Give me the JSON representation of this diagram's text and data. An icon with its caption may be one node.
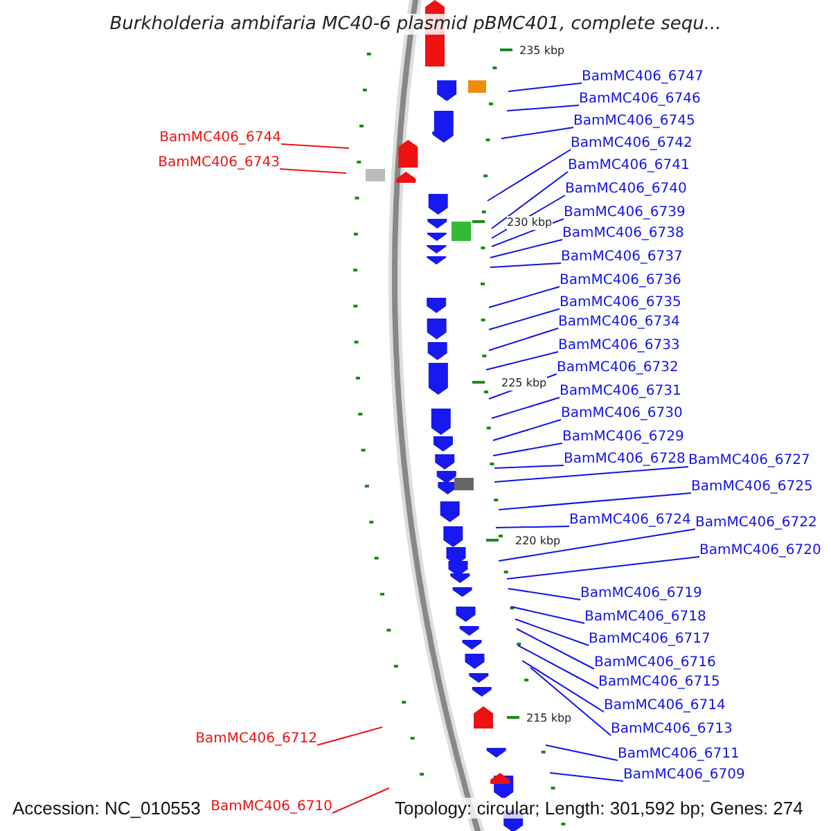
{
  "diagram": {
    "title": "Burkholderia ambifaria MC40-6 plasmid pBMC401, complete sequ...",
    "nodes": [
      {
        "text": [
          "BamMC406_6747"
        ]
      },
      {
        "text": [
          "BamMC406_6746"
        ]
      },
      {
        "text": [
          "BamMC406_6745"
        ]
      },
      {
        "text": [
          "BamMC406_6744"
        ]
      },
      {
        "text": [
          "BamMC406_6742"
        ]
      },
      {
        "text": [
          "BamMC406_6743"
        ]
      },
      {
        "text": [
          "BamMC406_6741"
        ]
      },
      {
        "text": [
          "BamMC406_6740"
        ]
      },
      {
        "text": [
          "BamMC406_6739"
        ]
      },
      {
        "text": [
          "BamMC406_6738"
        ]
      },
      {
        "text": [
          "BamMC406_6737"
        ]
      },
      {
        "text": [
          "BamMC406_6736"
        ]
      },
      {
        "text": [
          "BamMC406_6735"
        ]
      },
      {
        "text": [
          "BamMC406_6734"
        ]
      },
      {
        "text": [
          "BamMC406_6733"
        ]
      },
      {
        "text": [
          "BamMC406_6732"
        ]
      },
      {
        "text": [
          "BamMC406_6731"
        ]
      },
      {
        "text": [
          "BamMC406_6730"
        ]
      },
      {
        "text": [
          "BamMC406_6729"
        ]
      },
      {
        "text": [
          "BamMC406_6728"
        ]
      },
      {
        "text": [
          "BamMC406_6727"
        ]
      },
      {
        "text": [
          "BamMC406_6725"
        ]
      },
      {
        "text": [
          "BamMC406_6724"
        ]
      },
      {
        "text": [
          "BamMC406_6722"
        ]
      },
      {
        "text": [
          "BamMC406_6720"
        ]
      },
      {
        "text": [
          "BamMC406_6719"
        ]
      },
      {
        "text": [
          "BamMC406_6718"
        ]
      },
      {
        "text": [
          "BamMC406_6717"
        ]
      },
      {
        "text": [
          "BamMC406_6716"
        ]
      },
      {
        "text": [
          "BamMC406_6715"
        ]
      },
      {
        "text": [
          "BamMC406_6714"
        ]
      },
      {
        "text": [
          "BamMC406_6713"
        ]
      },
      {
        "text": [
          "BamMC406_6711"
        ]
      },
      {
        "text": [
          "BamMC406_6712"
        ]
      },
      {
        "text": [
          "BamMC406_6709"
        ]
      },
      {
        "text": [
          "BamMC406_6710"
        ]
      }
    ],
    "edges": [
      {
        "from": 0,
        "to": null,
        "arrow": "none"
      },
      {
        "from": 1,
        "to": null,
        "arrow": "none"
      },
      {
        "from": 2,
        "to": null,
        "arrow": "none"
      },
      {
        "from": 3,
        "to": null,
        "arrow": "none",
        "color": "#ee1111"
      },
      {
        "from": 4,
        "to": null,
        "arrow": "none"
      },
      {
        "from": 5,
        "to": null,
        "arrow": "none",
        "color": "#ee1111"
      },
      {
        "from": 6,
        "to": null,
        "arrow": "none"
      },
      {
        "from": 7,
        "to": null,
        "arrow": "none"
      },
      {
        "from": 8,
        "to": null,
        "arrow": "none"
      },
      {
        "from": 9,
        "to": null,
        "arrow": "none"
      },
      {
        "from": 10,
        "to": null,
        "arrow": "none"
      },
      {
        "from": 11,
        "to": null,
        "arrow": "none"
      },
      {
        "from": 12,
        "to": null,
        "arrow": "none"
      },
      {
        "from": 13,
        "to": null,
        "arrow": "none"
      },
      {
        "from": 14,
        "to": null,
        "arrow": "none"
      },
      {
        "from": 15,
        "to": null,
        "arrow": "none"
      },
      {
        "from": 16,
        "to": null,
        "arrow": "none"
      },
      {
        "from": 17,
        "to": null,
        "arrow": "none"
      },
      {
        "from": 18,
        "to": null,
        "arrow": "none"
      },
      {
        "from": 19,
        "to": null,
        "arrow": "none"
      },
      {
        "from": 20,
        "to": null,
        "arrow": "none"
      },
      {
        "from": 21,
        "to": null,
        "arrow": "none"
      },
      {
        "from": 22,
        "to": null,
        "arrow": "none"
      },
      {
        "from": 23,
        "to": null,
        "arrow": "none"
      },
      {
        "from": 24,
        "to": null,
        "arrow": "none"
      },
      {
        "from": 25,
        "to": null,
        "arrow": "none"
      },
      {
        "from": 26,
        "to": null,
        "arrow": "none"
      },
      {
        "from": 27,
        "to": null,
        "arrow": "none"
      },
      {
        "from": 28,
        "to": null,
        "arrow": "none"
      },
      {
        "from": 29,
        "to": null,
        "arrow": "none"
      },
      {
        "from": 30,
        "to": null,
        "arrow": "none"
      },
      {
        "from": 31,
        "to": null,
        "arrow": "none"
      },
      {
        "from": 32,
        "to": null,
        "arrow": "none"
      },
      {
        "from": 33,
        "to": null,
        "arrow": "none",
        "color": "#ee1111"
      },
      {
        "from": 34,
        "to": null,
        "arrow": "none"
      },
      {
        "from": 35,
        "to": null,
        "arrow": "none",
        "color": "#ee1111"
      }
    ],
    "labels": [
      "235 kbp",
      "230 kbp",
      "225 kbp",
      "220 kbp",
      "215 kbp",
      "Accession: NC_010553",
      "Topology: circular; Length: 301,592 bp; Genes: 274"
    ]
  }
}
